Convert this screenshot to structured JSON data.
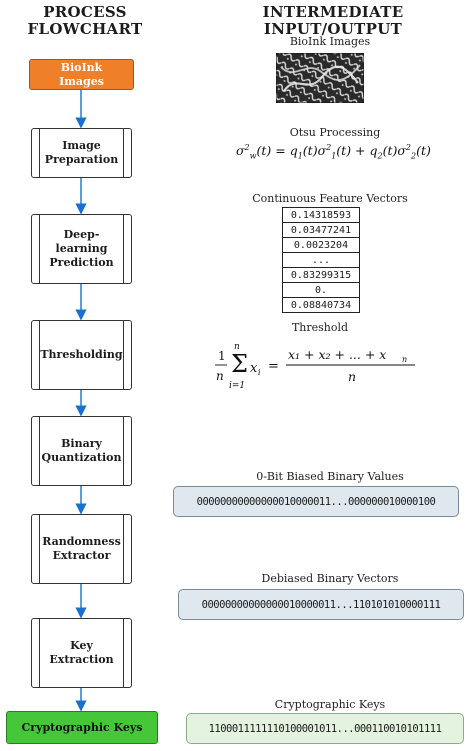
{
  "headings": {
    "left_line1": "PROCESS",
    "left_line2": "FLOWCHART",
    "right_line1": "INTERMEDIATE",
    "right_line2": "INPUT/OUTPUT"
  },
  "flow": [
    {
      "line1": "BioInk Images",
      "line2": "",
      "kind": "start"
    },
    {
      "line1": "Image",
      "line2": "Preparation",
      "kind": "process"
    },
    {
      "line1": "Deep-learning",
      "line2": "Prediction",
      "kind": "process"
    },
    {
      "line1": "Thresholding",
      "line2": "",
      "kind": "process"
    },
    {
      "line1": "Binary",
      "line2": "Quantization",
      "kind": "process"
    },
    {
      "line1": "Randomness",
      "line2": "Extractor",
      "kind": "process"
    },
    {
      "line1": "Key",
      "line2": "Extraction",
      "kind": "process"
    },
    {
      "line1": "Cryptographic Keys",
      "line2": "",
      "kind": "end"
    }
  ],
  "io": {
    "bioink_label": "BioInk Images",
    "otsu_label": "Otsu Processing",
    "vectors_label": "Continuous Feature Vectors",
    "vectors": [
      "0.14318593",
      "0.03477241",
      "0.0023204",
      "...",
      "0.83299315",
      "0.",
      "0.08840734"
    ],
    "threshold_label": "Threshold",
    "biased_label": "0-Bit Biased Binary Values",
    "biased_value": "00000000000000010000011...000000010000100",
    "debiased_label": "Debiased Binary Vectors",
    "debiased_value": "00000000000000010000011...110101010000111",
    "keys_label": "Cryptographic Keys",
    "keys_value": "1100011111110100001011...000110010101111"
  },
  "colors": {
    "start_box": "#f07f2a",
    "end_box": "#46c73a",
    "binary_box": "#dfe8ee",
    "key_box": "#e3f3df"
  }
}
